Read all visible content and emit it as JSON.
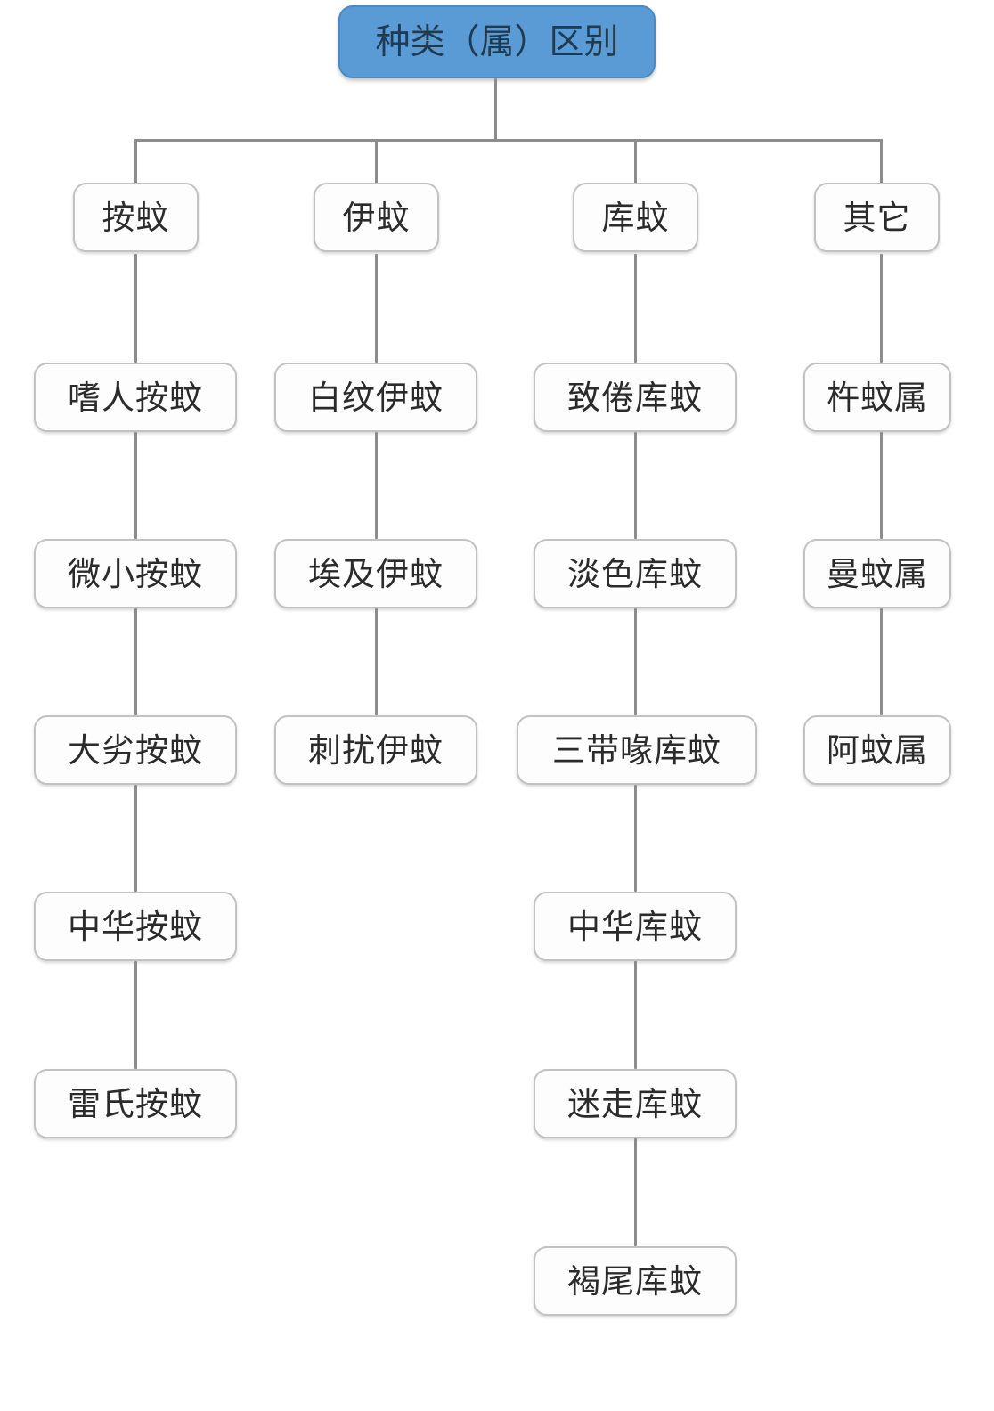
{
  "diagram": {
    "type": "tree",
    "title": "种类（属）区别",
    "root": {
      "label": "种类（属）区别",
      "fill_color": "#5B9BD5",
      "text_color": "#1F3B52"
    },
    "node_style": {
      "fill_color": "#FDFDFD",
      "border_color": "#C2C2C2",
      "text_color": "#2B2B2B",
      "connector_color": "#8C8C8C"
    },
    "branches": [
      {
        "label": "按蚊",
        "children": [
          {
            "label": "嗜人按蚊"
          },
          {
            "label": "微小按蚊"
          },
          {
            "label": "大劣按蚊"
          },
          {
            "label": "中华按蚊"
          },
          {
            "label": "雷氏按蚊"
          }
        ]
      },
      {
        "label": "伊蚊",
        "children": [
          {
            "label": "白纹伊蚊"
          },
          {
            "label": "埃及伊蚊"
          },
          {
            "label": "刺扰伊蚊"
          }
        ]
      },
      {
        "label": "库蚊",
        "children": [
          {
            "label": "致倦库蚊"
          },
          {
            "label": "淡色库蚊"
          },
          {
            "label": "三带喙库蚊"
          },
          {
            "label": "中华库蚊"
          },
          {
            "label": "迷走库蚊"
          },
          {
            "label": "褐尾库蚊"
          }
        ]
      },
      {
        "label": "其它",
        "children": [
          {
            "label": "杵蚊属"
          },
          {
            "label": "曼蚊属"
          },
          {
            "label": "阿蚊属"
          }
        ]
      }
    ]
  }
}
